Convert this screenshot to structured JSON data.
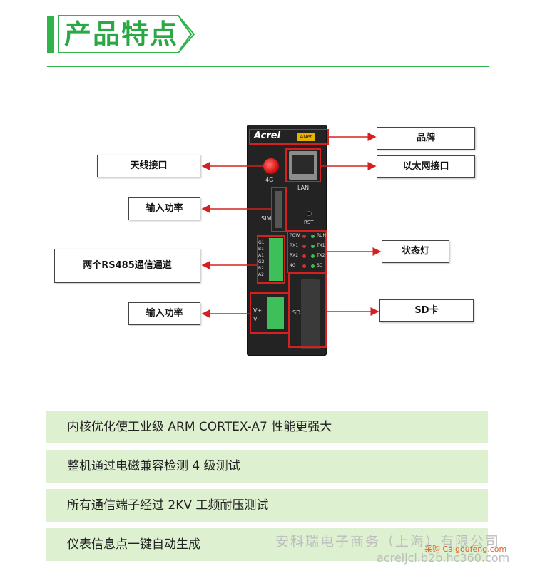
{
  "header": {
    "title": "产品特点"
  },
  "device": {
    "brand": "Acrel",
    "model_tag": "ANet",
    "port_labels": {
      "antenna": "4G",
      "lan": "LAN",
      "sim": "SIM",
      "rst": "RST",
      "sd": "SD"
    },
    "rs485_pins": "G1\nB1\nA1\nG2\nB2\nA2",
    "power_pins": "V+\nV-",
    "leds": [
      {
        "left": "POW",
        "right": "RUN",
        "left_color": "red",
        "right_color": "green"
      },
      {
        "left": "RX1",
        "right": "TX1",
        "left_color": "red",
        "right_color": "green"
      },
      {
        "left": "RX2",
        "right": "TX2",
        "left_color": "red",
        "right_color": "green"
      },
      {
        "left": "4G",
        "right": "SD",
        "left_color": "red",
        "right_color": "green"
      }
    ]
  },
  "callouts": {
    "brand": "品牌",
    "antenna": "天线接口",
    "ethernet": "以太网接口",
    "sim": "输入功率",
    "rs485": "两个RS485通信通道",
    "status_led": "状态灯",
    "power": "输入功率",
    "sd_card": "SD卡"
  },
  "features": [
    "内核优化使工业级 ARM CORTEX-A7 性能更强大",
    "整机通过电磁兼容检测 4 级测试",
    "所有通信端子经过 2KV 工频耐压测试",
    "仪表信息点一键自动生成"
  ],
  "watermark": {
    "company": "安科瑞电子商务（上海）有限公司",
    "url": "acreljcl.b2b.hc360.com",
    "site": "采购 Caigoufeng.com"
  },
  "colors": {
    "accent_green": "#2fb34a",
    "arrow_red": "#d62020",
    "feature_bg": "#ddf0cf"
  }
}
